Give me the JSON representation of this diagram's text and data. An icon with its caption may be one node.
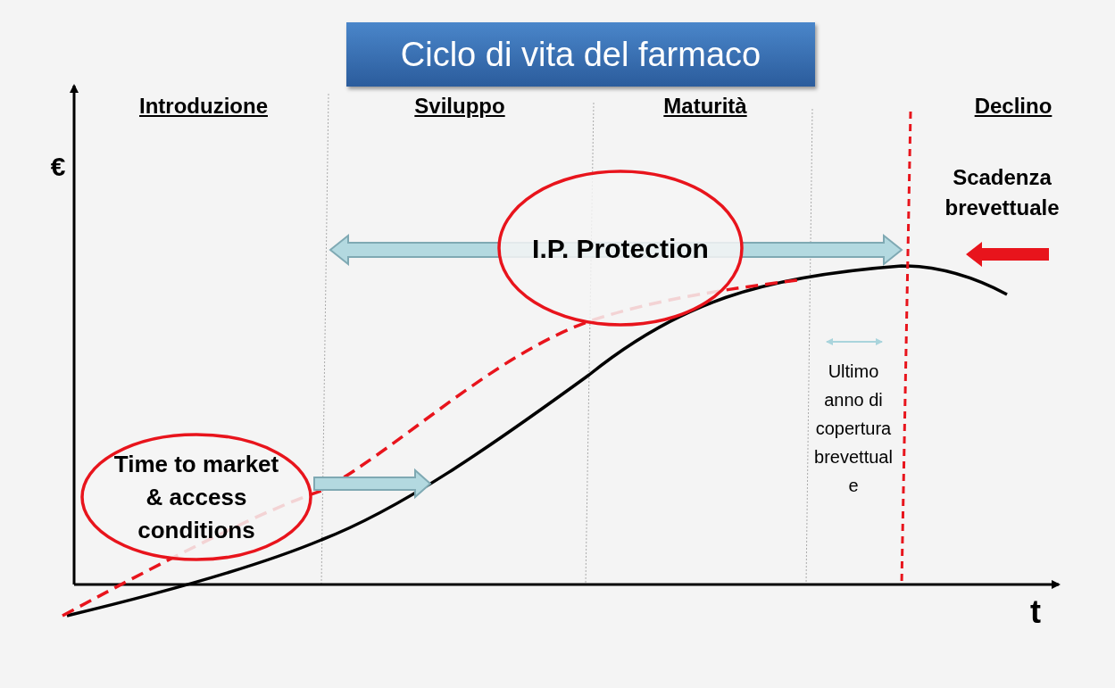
{
  "diagram": {
    "title": "Ciclo di vita del farmaco",
    "nodes": [
      {
        "text": [
          "Time to market & access conditions"
        ]
      },
      {
        "text": [
          "I.P. Protection"
        ]
      }
    ],
    "labels": [
      "Introduzione",
      "Sviluppo",
      "Maturità",
      "Declino",
      "€",
      "Scadenza brevettuale",
      "Ultimo anno di copertura brevettuale",
      "t"
    ]
  }
}
